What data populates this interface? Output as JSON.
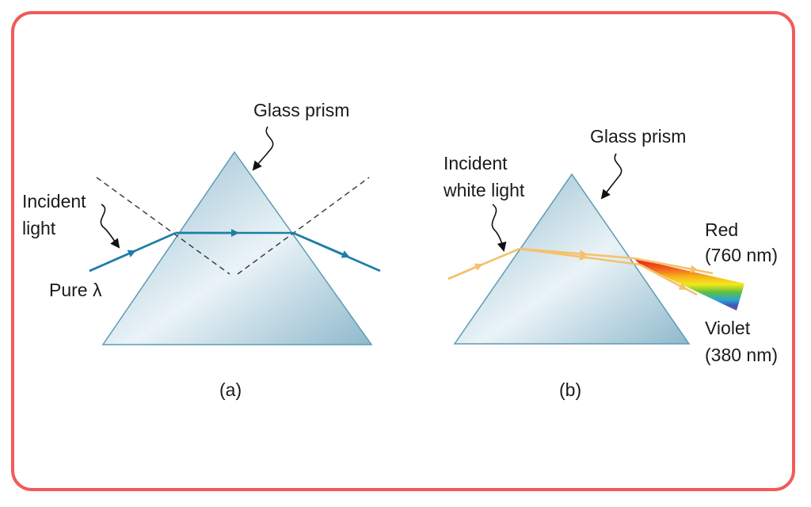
{
  "panel_a": {
    "title": "Glass prism",
    "incident_line1": "Incident",
    "incident_line2": "light",
    "pure_label": "Pure λ",
    "caption": "(a)"
  },
  "panel_b": {
    "title": "Glass prism",
    "incident_line1": "Incident",
    "incident_line2": "white light",
    "red_line1": "Red",
    "red_line2": "(760 nm)",
    "violet_line1": "Violet",
    "violet_line2": "(380 nm)",
    "caption": "(b)"
  },
  "colors": {
    "frame_border": "#f25a5a",
    "prism_fill": "#a9cbd9",
    "prism_stroke": "#5f9ab5",
    "monochrome_ray": "#1e7ea6",
    "white_light_ray": "#f5c26b",
    "spectrum": [
      "#e8161a",
      "#f25f1d",
      "#f6b21c",
      "#f3e81b",
      "#5fbf3d",
      "#2aa3dc",
      "#3c5bb0",
      "#7d4ea3"
    ]
  }
}
